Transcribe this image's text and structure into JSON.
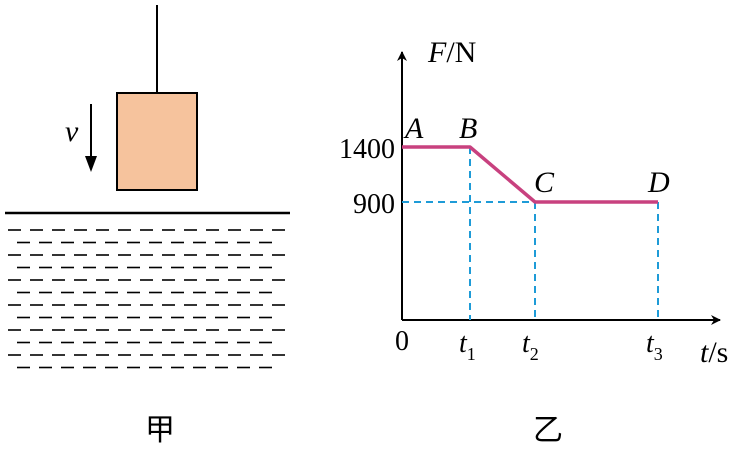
{
  "left_panel": {
    "caption": "甲",
    "velocity_label": "v"
  },
  "right_panel": {
    "caption": "乙",
    "axis_labels": {
      "y_var": "F",
      "y_unit": "/N",
      "x_var": "t",
      "x_unit": "/s",
      "origin": "0"
    },
    "y_ticks": [
      "1400",
      "900"
    ],
    "x_ticks": [
      {
        "var": "t",
        "sub": "1"
      },
      {
        "var": "t",
        "sub": "2"
      },
      {
        "var": "t",
        "sub": "3"
      }
    ],
    "points": [
      "A",
      "B",
      "C",
      "D"
    ]
  },
  "colors": {
    "block_fill": "#F6C39D",
    "graph_line": "#C8417F",
    "guide_line": "#1E9BD7"
  },
  "chart_data": {
    "type": "line",
    "xlabel": "t/s",
    "ylabel": "F/N",
    "series": [
      {
        "points": [
          {
            "label": "A",
            "x": "0",
            "y": 1400
          },
          {
            "label": "B",
            "x": "t1",
            "y": 1400
          },
          {
            "label": "C",
            "x": "t2",
            "y": 900
          },
          {
            "label": "D",
            "x": "t3",
            "y": 900
          }
        ]
      }
    ]
  }
}
